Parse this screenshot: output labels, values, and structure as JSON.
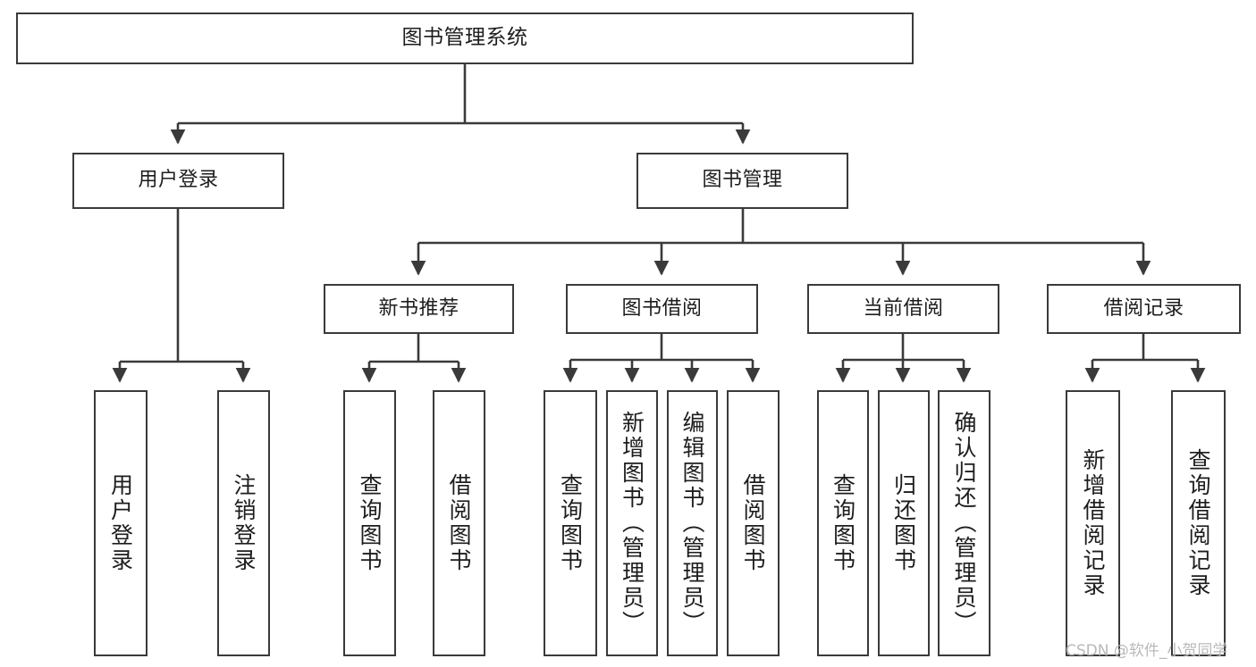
{
  "diagram": {
    "title": "图书管理系统",
    "type": "tree",
    "orientation": "top-down",
    "colors": {
      "box_border": "#3a3a3a",
      "box_fill": "#ffffff",
      "edge": "#3a3a3a",
      "text": "#1d1d1d",
      "watermark": "#b9b9b9",
      "background": "#ffffff"
    },
    "watermark": "CSDN @软件_小贺同学",
    "nodes": {
      "root": {
        "label": "图书管理系统"
      },
      "level2": [
        {
          "id": "user-login",
          "label": "用户登录"
        },
        {
          "id": "book-management",
          "label": "图书管理"
        }
      ],
      "level3": [
        {
          "id": "new-book-recommend",
          "label": "新书推荐"
        },
        {
          "id": "book-borrow",
          "label": "图书借阅"
        },
        {
          "id": "current-borrow",
          "label": "当前借阅"
        },
        {
          "id": "borrow-record",
          "label": "借阅记录"
        }
      ],
      "leaves": {
        "user_login": [
          {
            "id": "leaf-user-login",
            "label": "用户登录"
          },
          {
            "id": "leaf-logout-login",
            "label": "注销登录"
          }
        ],
        "new_book_recommend": [
          {
            "id": "leaf-query-book-1",
            "label": "查询图书"
          },
          {
            "id": "leaf-borrow-book-1",
            "label": "借阅图书"
          }
        ],
        "book_borrow": [
          {
            "id": "leaf-query-book-2",
            "label": "查询图书"
          },
          {
            "id": "leaf-add-book",
            "label": "新增图书（管理员）"
          },
          {
            "id": "leaf-edit-book",
            "label": "编辑图书（管理员）"
          },
          {
            "id": "leaf-borrow-book-2",
            "label": "借阅图书"
          }
        ],
        "current_borrow": [
          {
            "id": "leaf-query-book-3",
            "label": "查询图书"
          },
          {
            "id": "leaf-return-book",
            "label": "归还图书"
          },
          {
            "id": "leaf-confirm-return",
            "label": "确认归还（管理员）"
          }
        ],
        "borrow_record": [
          {
            "id": "leaf-add-borrow-record",
            "label": "新增借阅记录"
          },
          {
            "id": "leaf-query-borrow-record",
            "label": "查询借阅记录"
          }
        ]
      }
    }
  }
}
